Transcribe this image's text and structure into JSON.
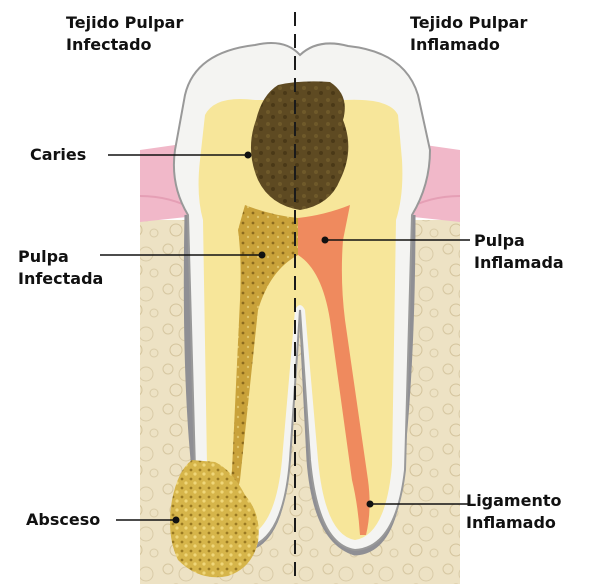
{
  "labels": {
    "infected_tissue": [
      "Tejido Pulpar",
      "Infectado"
    ],
    "inflamed_tissue": [
      "Tejido Pulpar",
      "Inflamado"
    ],
    "caries": "Caries",
    "infected_pulp": [
      "Pulpa",
      "Infectada"
    ],
    "inflamed_pulp": [
      "Pulpa",
      "Inflamada"
    ],
    "abscess": "Absceso",
    "inflamed_ligament": [
      "Ligamento",
      "Inflamado"
    ]
  },
  "colors": {
    "enamel": "#f4f4f2",
    "dentin": "#f7e69a",
    "caries": "#5e4a22",
    "infected_pulp": "#c9a23a",
    "inflamed_pulp": "#ef8a5e",
    "gum": "#f1b8c9",
    "bone": "#ede2c4",
    "ligament": "#8f8f94"
  }
}
